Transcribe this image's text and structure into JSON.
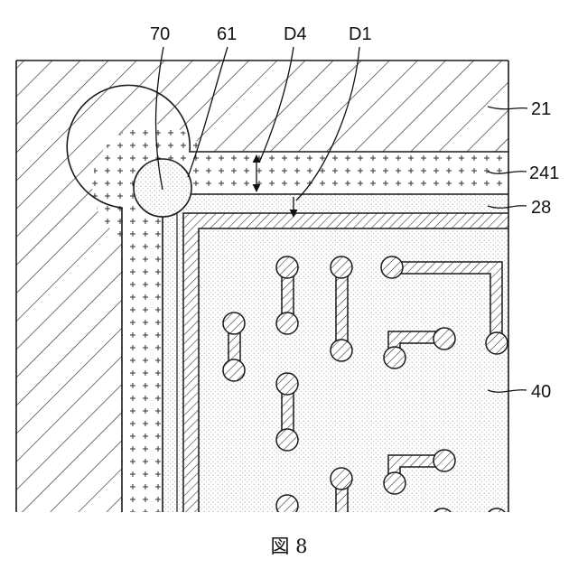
{
  "top_labels": [
    "70",
    "61",
    "D4",
    "D1"
  ],
  "side_labels": [
    "21",
    "241",
    "28",
    "40"
  ],
  "caption": "図 8",
  "colors": {
    "line": "#1a1a1a",
    "hatch": "#2a2a2a",
    "stipple": "#9a9a9a",
    "background": "#ffffff"
  }
}
